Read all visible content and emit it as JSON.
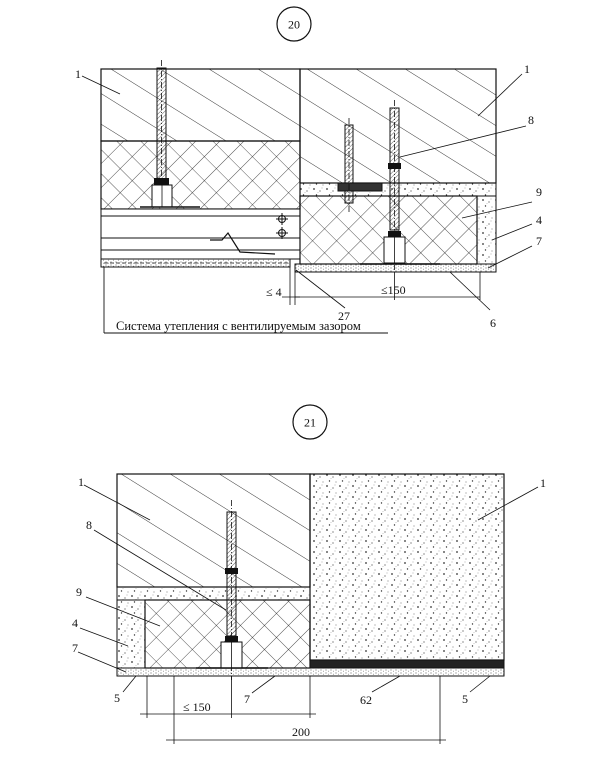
{
  "figure_20": {
    "number": "20",
    "caption": "Система утепления с вентилируемым зазором",
    "labels": {
      "l1_left": "1",
      "l1_right": "1",
      "l8": "8",
      "l9": "9",
      "l4": "4",
      "l7": "7",
      "l6": "6",
      "l27": "27"
    },
    "dims": {
      "gap": "≤ 4",
      "spacing": "≤150"
    }
  },
  "figure_21": {
    "number": "21",
    "labels": {
      "l1_left": "1",
      "l1_right": "1",
      "l8": "8",
      "l9": "9",
      "l4": "4",
      "l7_left": "7",
      "l5_left": "5",
      "l7_mid": "7",
      "l62": "62",
      "l5_right": "5"
    },
    "dims": {
      "spacing": "≤ 150",
      "overlap": "200"
    }
  }
}
